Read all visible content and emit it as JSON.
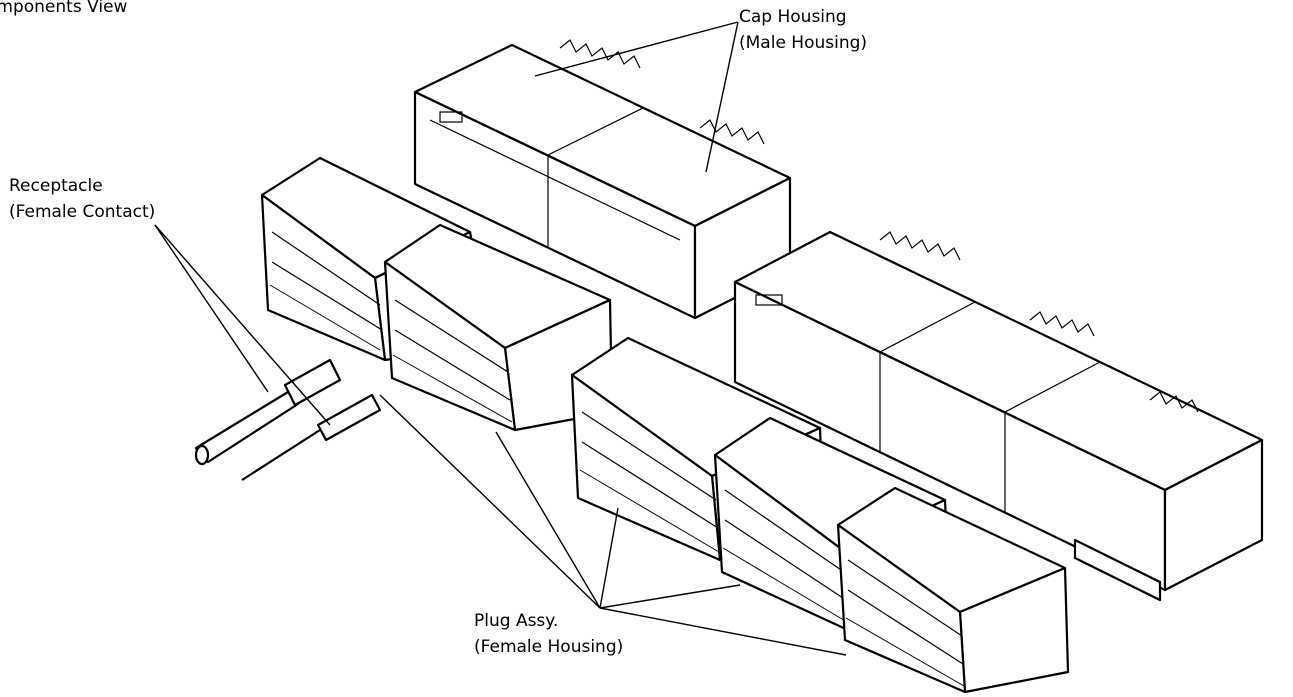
{
  "diagram": {
    "title": "omponents View",
    "labels": {
      "cap_line1": "Cap Housing",
      "cap_line2": "(Male Housing)",
      "receptacle_line1": "Receptacle",
      "receptacle_line2": "(Female Contact)",
      "plug_line1": "Plug Assy.",
      "plug_line2": "(Female Housing)"
    }
  }
}
